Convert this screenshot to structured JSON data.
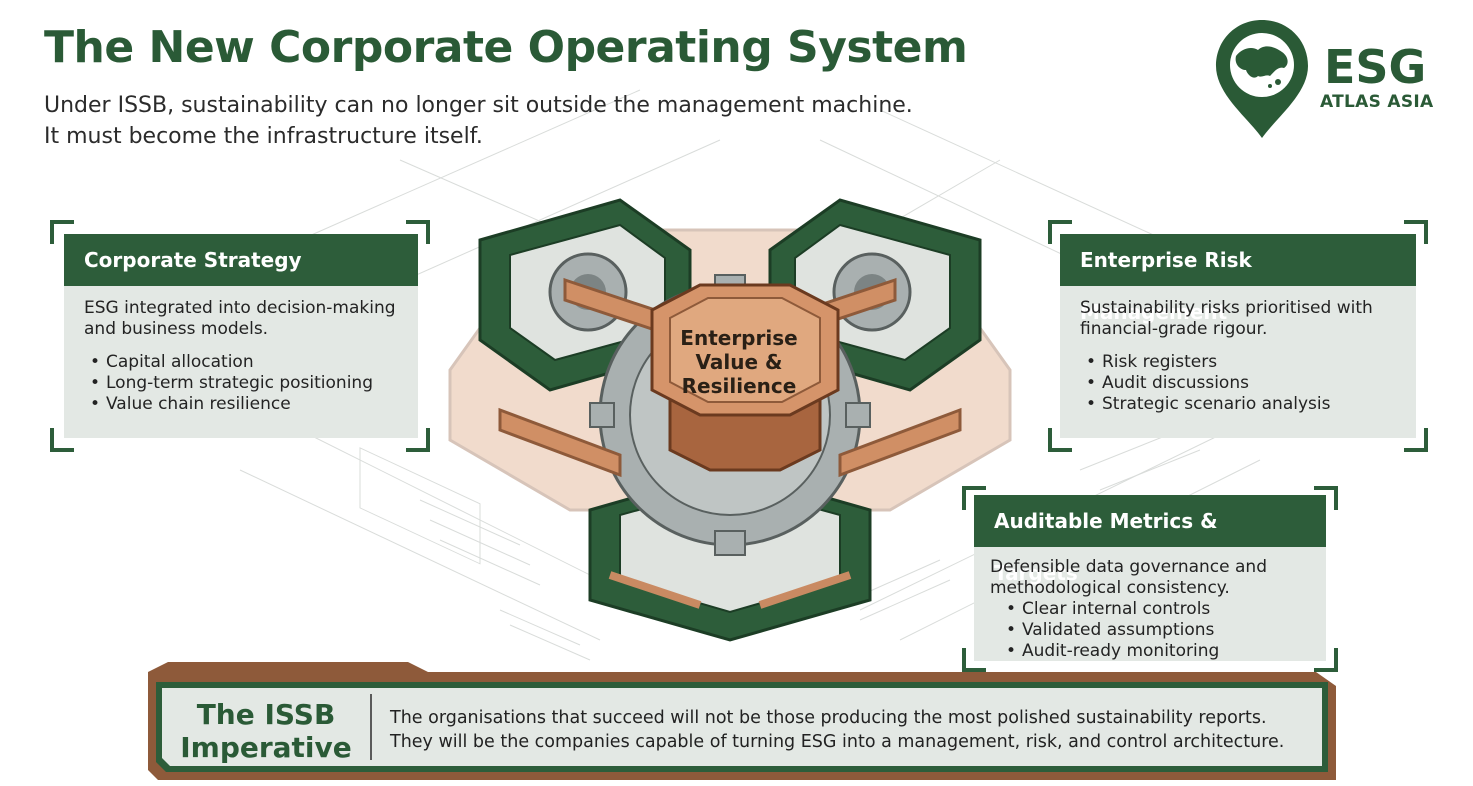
{
  "header": {
    "title": "The New Corporate Operating System",
    "subtitle_lines": [
      "Under ISSB, sustainability can no longer sit outside the management machine.",
      "It must become the infrastructure itself."
    ]
  },
  "logo": {
    "brand": "ESG",
    "sub": "ATLAS ASIA",
    "icon": "map-pin-globe-icon"
  },
  "hub": {
    "label_lines": [
      "Enterprise",
      "Value &",
      "Resilience"
    ]
  },
  "cards": {
    "strategy": {
      "title": "Corporate Strategy",
      "desc_lines": [
        "ESG integrated into decision-making",
        "and business models."
      ],
      "items": [
        "Capital allocation",
        "Long-term strategic positioning",
        "Value chain resilience"
      ]
    },
    "risk": {
      "title": "Enterprise Risk Management",
      "desc_lines": [
        "Sustainability risks prioritised with",
        "financial-grade rigour."
      ],
      "items": [
        "Risk registers",
        "Audit discussions",
        "Strategic scenario analysis"
      ]
    },
    "metrics": {
      "title": "Auditable Metrics & Targets",
      "desc_lines": [
        "Defensible data governance and",
        "methodological consistency."
      ],
      "items": [
        "Clear internal controls",
        "Validated assumptions",
        "Audit-ready monitoring"
      ]
    }
  },
  "banner": {
    "title_lines": [
      "The ISSB",
      "Imperative"
    ],
    "text_lines": [
      "The organisations that succeed will not be those producing the most polished sustainability reports.",
      "They will be the companies capable of turning ESG into a management, risk, and control architecture."
    ]
  },
  "colors": {
    "brand_green": "#2a5a36",
    "card_header": "#2d5d3a",
    "card_body": "#e3e8e4",
    "copper": "#c98a62",
    "gear_grey": "#a9b0b0"
  }
}
